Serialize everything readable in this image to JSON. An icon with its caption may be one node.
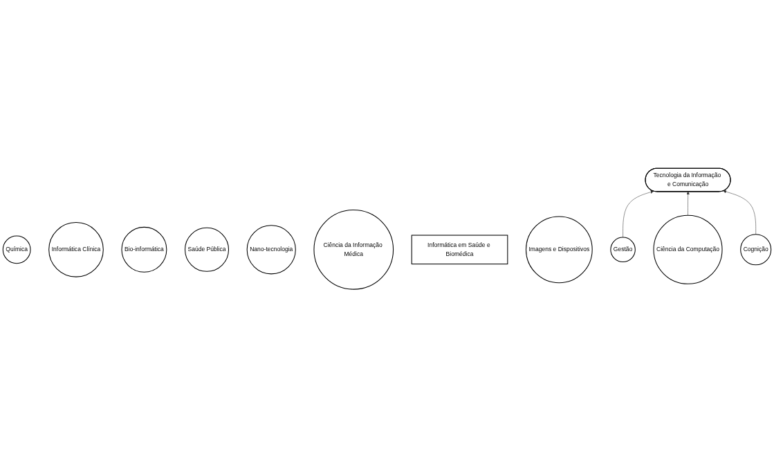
{
  "diagram": {
    "nodes": [
      {
        "text": [
          "Química"
        ]
      },
      {
        "text": [
          "Informática Clínica"
        ]
      },
      {
        "text": [
          "Bio-informática"
        ]
      },
      {
        "text": [
          "Saúde Pública"
        ]
      },
      {
        "text": [
          "Nano-tecnologia"
        ]
      },
      {
        "text": [
          "Ciência da Informação Médica"
        ]
      },
      {
        "text": [
          "Informática em Saúde e Biomédica"
        ]
      },
      {
        "text": [
          "Imagens e Dispositivos"
        ]
      },
      {
        "text": [
          "Tecnologia da Informação e Comunicação"
        ]
      },
      {
        "text": [
          "Gestão"
        ]
      },
      {
        "text": [
          "Ciência da Computação"
        ]
      },
      {
        "text": [
          "Cognição"
        ]
      }
    ],
    "edges": [
      {
        "from": 9,
        "to": 8,
        "arrow": "to"
      },
      {
        "from": 10,
        "to": 8,
        "arrow": "to"
      },
      {
        "from": 11,
        "to": 8,
        "arrow": "to"
      }
    ]
  }
}
